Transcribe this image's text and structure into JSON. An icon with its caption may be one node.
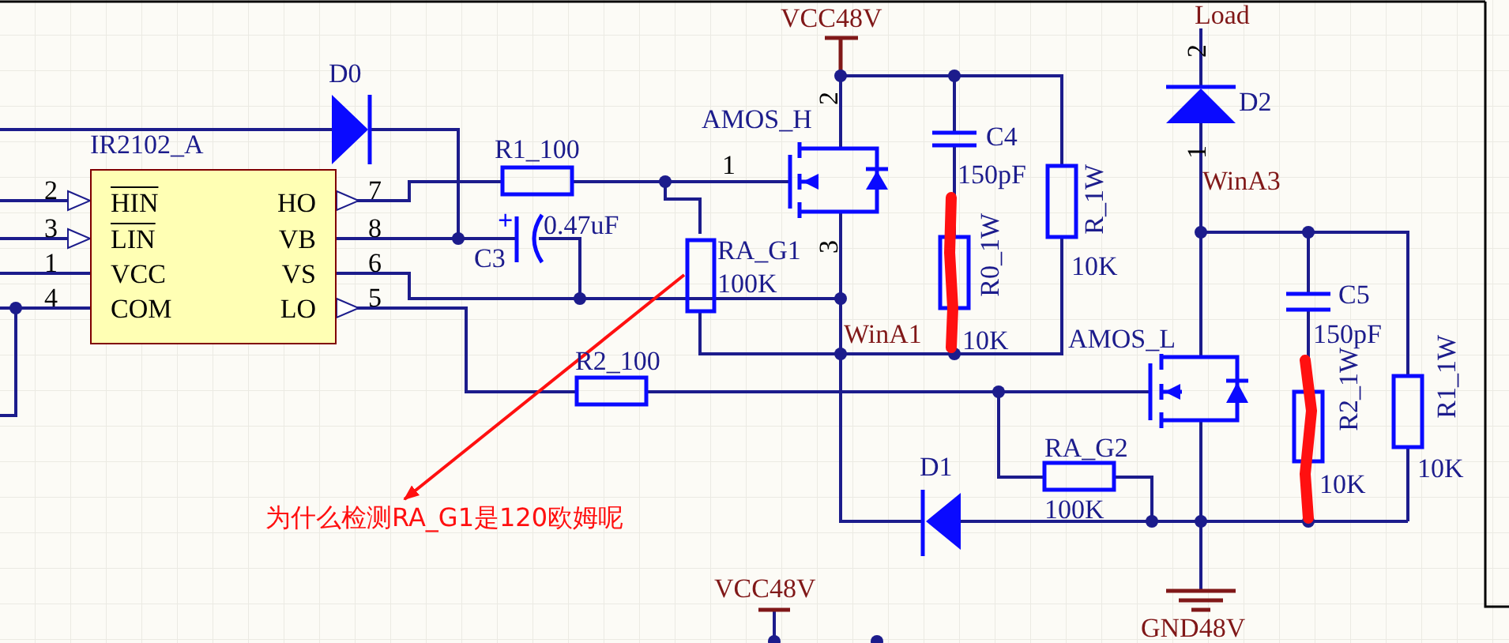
{
  "diagram": {
    "nodes": [
      {
        "text": [
          "IR2102_A",
          "HIN",
          "LIN",
          "VCC",
          "COM",
          "HO",
          "VB",
          "VS",
          "LO"
        ]
      },
      {
        "text": [
          "RA_G1",
          "100K"
        ]
      },
      {
        "text": [
          "为什么检测RA_G1是120欧姆呢"
        ]
      }
    ],
    "edges": [
      {
        "from": 1,
        "to": 2,
        "arrow": "to"
      }
    ],
    "labels": [
      "VCC48V",
      "Load",
      "D0",
      "2",
      "D2",
      "AMOS_H",
      "2",
      "R1_100",
      "1",
      "C4",
      "1",
      "150pF",
      "WinA3",
      "R_1W",
      "10K",
      "+",
      "C3",
      "0.47uF",
      "3",
      "R0_1W",
      "C5",
      "150pF",
      "R2_1W",
      "R1_1W",
      "WinA1",
      "10K",
      "AMOS_L",
      "10K",
      "R2_100",
      "10K",
      "RA_G2",
      "D1",
      "100K",
      "VCC48V",
      "GND48V",
      "2",
      "3",
      "1",
      "4",
      "7",
      "8",
      "6",
      "5"
    ]
  }
}
